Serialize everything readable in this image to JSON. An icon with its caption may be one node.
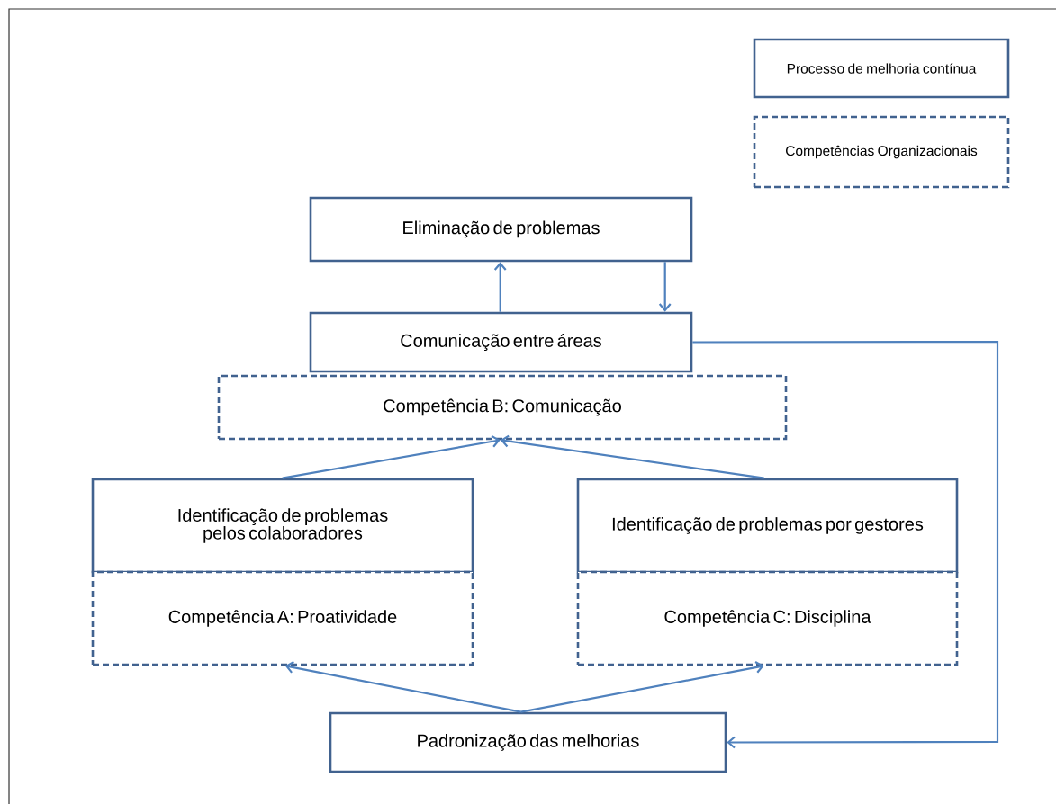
{
  "diagram": {
    "nodes": [
      {
        "text": [
          "Eliminação de problemas"
        ]
      },
      {
        "text": [
          "Comunicação entre áreas"
        ]
      },
      {
        "text": [
          "Competência B: Comunicação"
        ]
      },
      {
        "text": [
          "Identificação de problemas pelos colaboradores"
        ]
      },
      {
        "text": [
          "Competência A: Proatividade"
        ]
      },
      {
        "text": [
          "Identificação de problemas por gestores"
        ]
      },
      {
        "text": [
          "Competência C: Disciplina"
        ]
      },
      {
        "text": [
          "Padronização das melhorias"
        ]
      }
    ],
    "edges": [
      {
        "from": 1,
        "to": 0,
        "arrow": "to"
      },
      {
        "from": 0,
        "to": 1,
        "arrow": "to"
      },
      {
        "from": 3,
        "to": 2,
        "arrow": "to"
      },
      {
        "from": 5,
        "to": 2,
        "arrow": "to"
      },
      {
        "from": 7,
        "to": 4,
        "arrow": "to"
      },
      {
        "from": 7,
        "to": 6,
        "arrow": "to"
      },
      {
        "from": 1,
        "to": 7,
        "arrow": "to"
      }
    ],
    "legend": [
      {
        "text": "Processo de melhoria contínua"
      },
      {
        "text": "Competências Organizacionais"
      }
    ]
  }
}
